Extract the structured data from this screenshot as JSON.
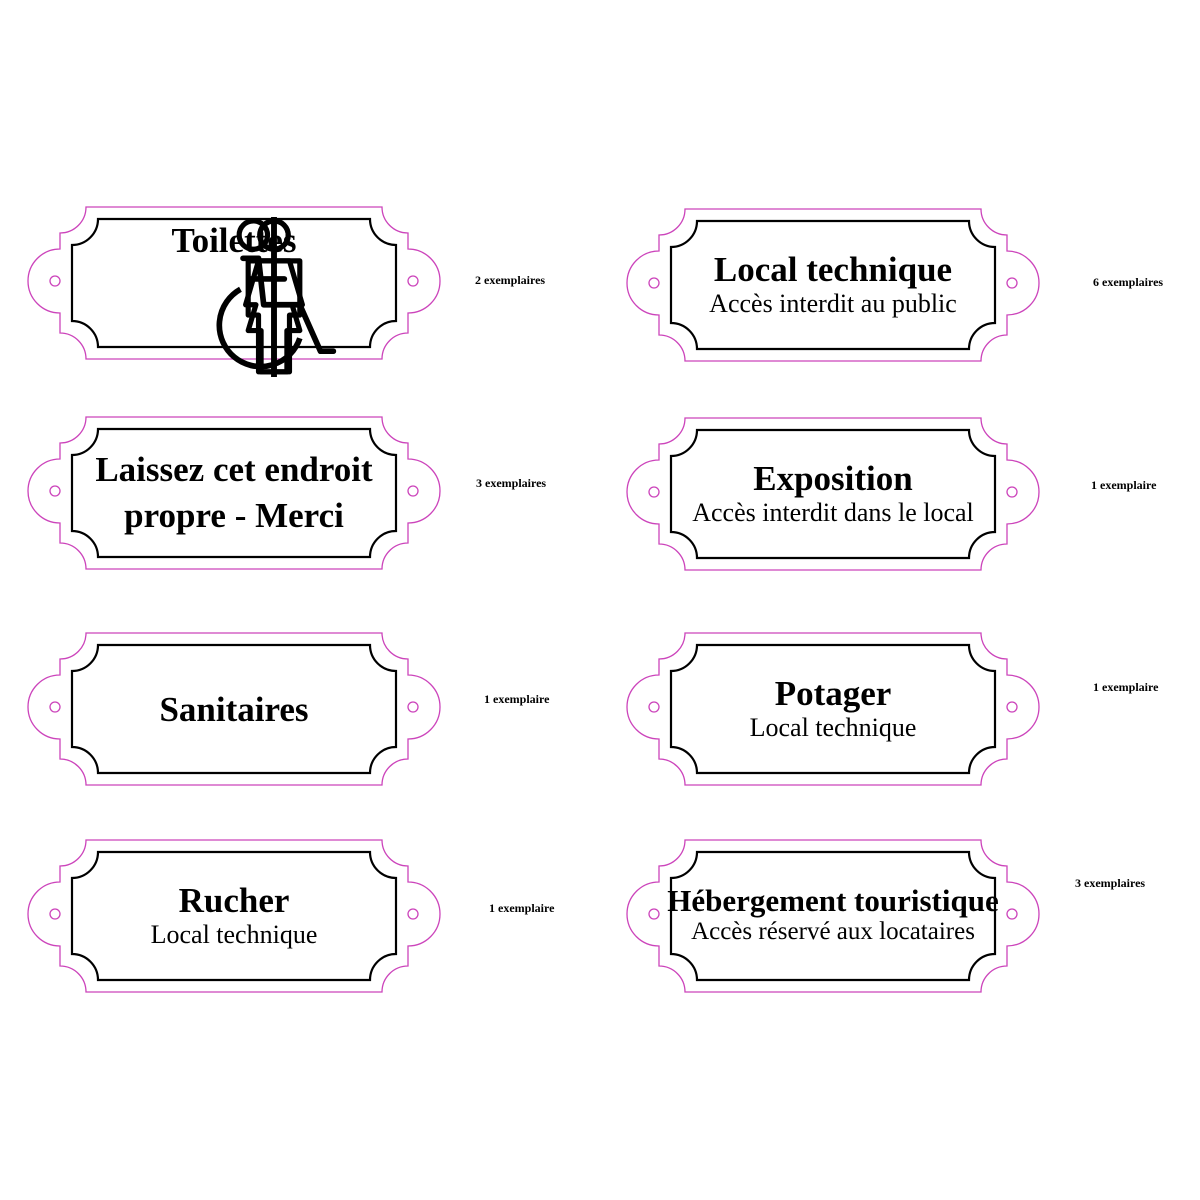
{
  "colors": {
    "cut_line": "#cc44bb",
    "frame_line": "#000000",
    "background": "#ffffff"
  },
  "plaques": [
    {
      "title": "Toilettes",
      "subtitle": "",
      "count": "2 exemplaires",
      "icons": [
        "man-icon",
        "woman-icon",
        "wheelchair-icon"
      ]
    },
    {
      "title": "Local technique",
      "subtitle": "Accès interdit au public",
      "count": "6 exemplaires"
    },
    {
      "title_line1": "Laissez cet endroit",
      "title_line2": "propre - Merci",
      "count": "3 exemplaires"
    },
    {
      "title": "Exposition",
      "subtitle": "Accès interdit dans le local",
      "count": "1 exemplaire"
    },
    {
      "title": "Sanitaires",
      "subtitle": "",
      "count": "1 exemplaire"
    },
    {
      "title": "Potager",
      "subtitle": "Local technique",
      "count": "1 exemplaire"
    },
    {
      "title": "Rucher",
      "subtitle": "Local technique",
      "count": "1 exemplaire"
    },
    {
      "title": "Hébergement touristique",
      "subtitle": "Accès réservé aux locataires",
      "count": "3 exemplaires"
    }
  ]
}
